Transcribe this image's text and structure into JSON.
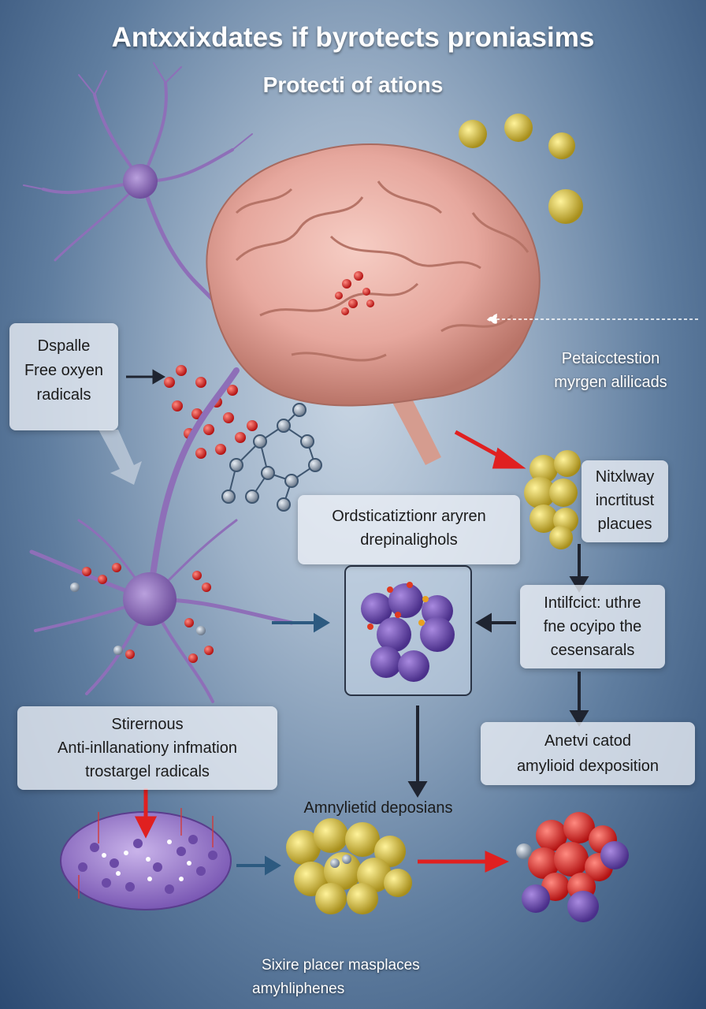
{
  "title": "Antxxixdates if byrotects proniasims",
  "subtitle": "Protecti of ations",
  "labels": {
    "free_radicals_box": [
      "Dspalle",
      "Free oxyen",
      "radicals"
    ],
    "right_top_text": [
      "Petaicctestion",
      "myrgen alilicads"
    ],
    "middle_box": [
      "Ordsticatiztionr aryren",
      "drepinalighols"
    ],
    "plaques_box": [
      "Nitxlway",
      "incrtitust",
      "placues"
    ],
    "intilficit_box": [
      "Intilfcict: uthre",
      "fne ocyipo the",
      "cesensarals"
    ],
    "anti_inflammatory_box": [
      "Stirernous",
      "Anti-inllanationy infmation",
      "trostargel radicals"
    ],
    "anetvi_box": [
      "Anetvi catod",
      "amylioid dexposition"
    ],
    "amyloid_deposits_label": "Amnylietid deposians",
    "bottom_caption": [
      "Sixire placer masplaces",
      "amyhliphenes"
    ]
  },
  "colors": {
    "background_center": "#c9d6e4",
    "background_edge": "#2c4a72",
    "neuron": "#8e6fb8",
    "brain": "#e9a9a0",
    "free_radical": "#d42a2a",
    "amyloid_plaque": "#d8c24a",
    "protein_cluster": "#6a4aa8",
    "arrow_red": "#e02020",
    "arrow_dark": "#1f2430",
    "arrow_blue": "#2d5a80"
  }
}
